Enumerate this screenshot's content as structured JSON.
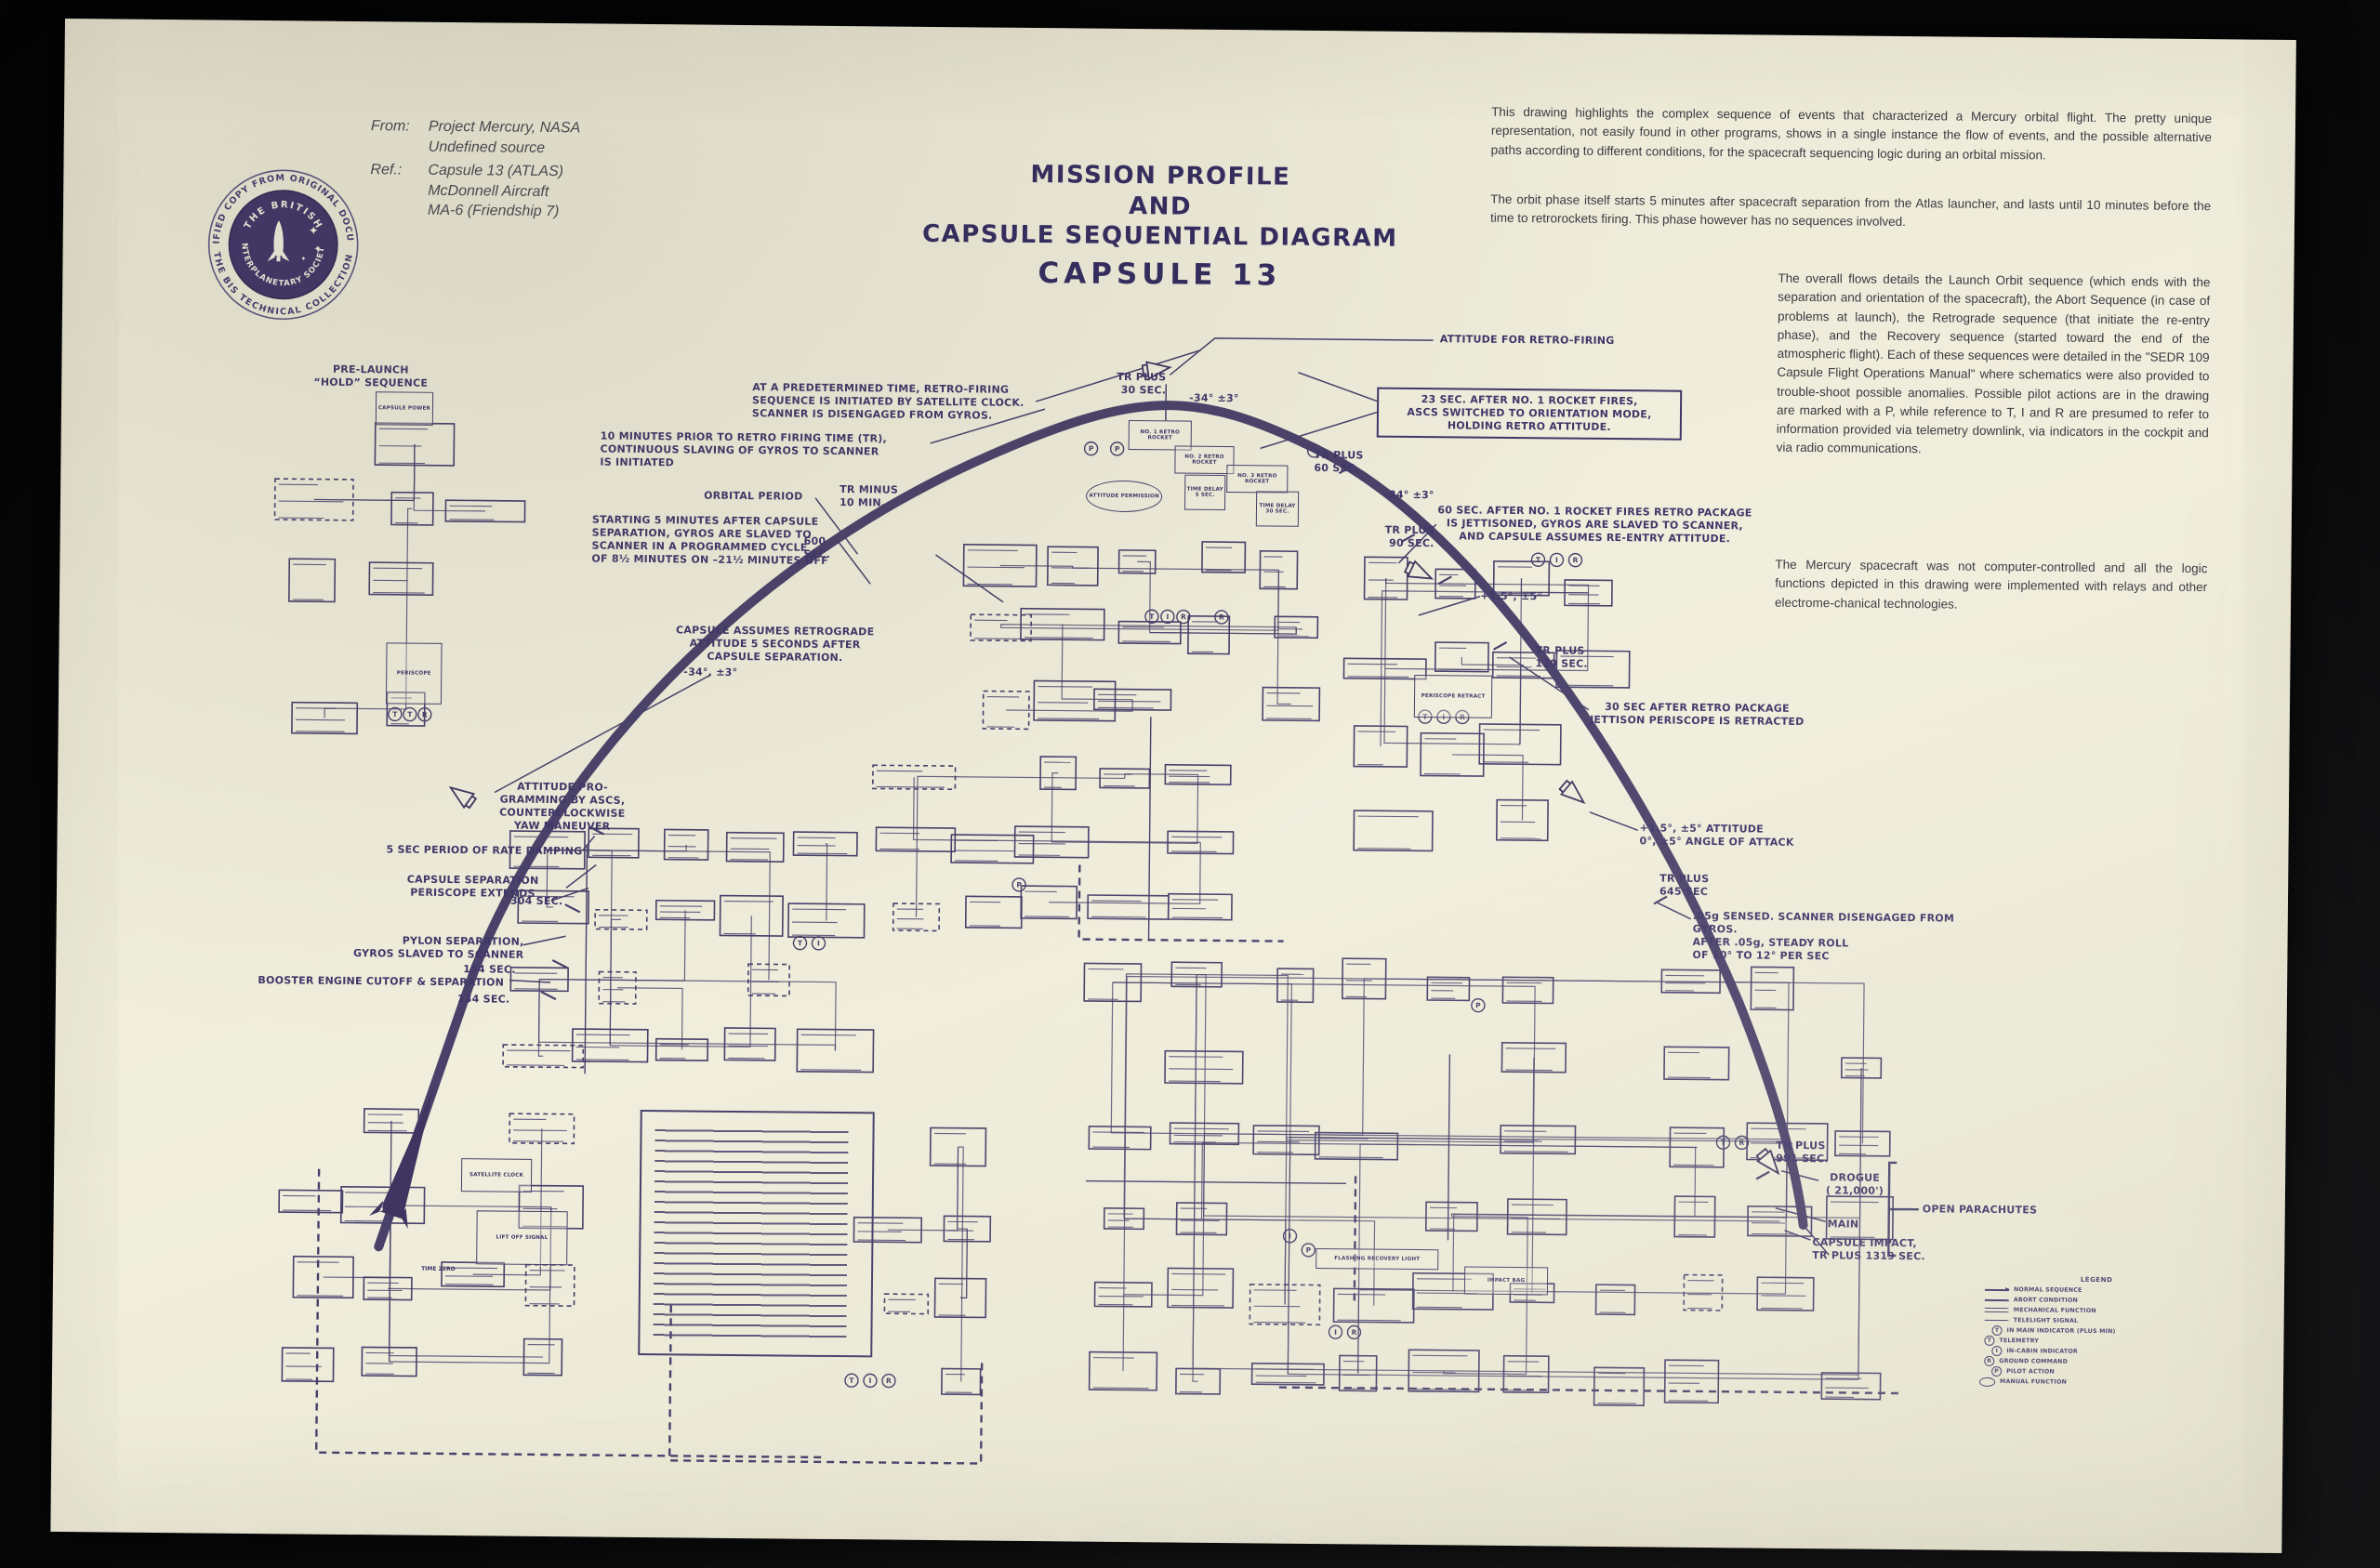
{
  "stamp": {
    "ring_top": "CERTIFIED COPY FROM ORIGINAL DOCUMENT",
    "ring_bottom": "THE BIS TECHNICAL COLLECTION",
    "inner_top": "THE BRITISH",
    "inner_bottom": "INTERPLANETARY SOCIETY",
    "icon": "rocket-and-stars"
  },
  "header": {
    "from_label": "From:",
    "from_line1": "Project Mercury, NASA",
    "from_line2": "Undefined source",
    "ref_label": "Ref.:",
    "ref_line1": "Capsule 13 (ATLAS)",
    "ref_line2": "McDonnell Aircraft",
    "ref_line3": "MA-6 (Friendship 7)",
    "title_line1": "MISSION PROFILE",
    "title_line2": "AND",
    "title_line3": "CAPSULE SEQUENTIAL DIAGRAM",
    "subtitle": "CAPSULE 13"
  },
  "description": {
    "para1": "This drawing highlights the complex sequence of events that characterized a Mercury orbital flight. The pretty unique representation, not easily found in other programs, shows in a single instance the flow of events, and the possible alternative paths according to different conditions, for the spacecraft sequencing logic during an orbital mission.",
    "para2": "The orbit phase itself starts 5 minutes after spacecraft separation from the Atlas launcher, and lasts until 10 minutes before the time to retrorockets firing. This phase however has no sequences involved.",
    "para3": "The overall flows details the Launch Orbit sequence (which ends with the separation and orientation of the spacecraft), the Abort Sequence (in case of problems at launch), the Retrograde sequence (that initiate the re-entry phase), and the Recovery sequence (started toward the end of the atmospheric flight). Each of these sequences were detailed in the \"SEDR 109 Capsule Flight Operations Manual\" where schematics were also provided to trouble-shoot possible anomalies. Possible pilot actions are in the drawing are marked with a P, while reference to T, I and R are presumed to refer to information provided via telemetry downlink, via indicators in the cockpit and via radio communications.",
    "para4": "The Mercury spacecraft was not computer-controlled and all the logic functions depicted in this drawing were implemented with relays and other electrome-chanical technologies."
  },
  "callouts": {
    "prelaunch": "PRE-LAUNCH\n“HOLD” SEQUENCE",
    "predetermined": "AT A PREDETERMINED TIME, RETRO-FIRING\nSEQUENCE IS INITIATED BY SATELLITE CLOCK.\nSCANNER IS DISENGAGED FROM GYROS.",
    "tenmin": "10 MINUTES PRIOR TO RETRO FIRING TIME (TR),\nCONTINUOUS SLAVING OF GYROS TO SCANNER\nIS INITIATED",
    "orbital": "ORBITAL PERIOD",
    "trminus10": "TR MINUS\n10 MIN.",
    "sec600": "600\nSEC.",
    "starting5": "STARTING 5 MINUTES AFTER CAPSULE\nSEPARATION, GYROS ARE SLAVED TO\nSCANNER IN A PROGRAMMED CYCLE\nOF 8½ MINUTES ON –21½ MINUTES OFF",
    "retro_attitude": "CAPSULE ASSUMES RETROGRADE\nATTITUDE 5 SECONDS AFTER\nCAPSULE SEPARATION.",
    "deg34a": "-34°, ±3°",
    "attitude_retro": "ATTITUDE FOR RETRO-FIRING",
    "tr30": "TR PLUS\n30 SEC.",
    "deg34b": "-34° ±3°",
    "box23": "23 SEC. AFTER NO. 1 ROCKET FIRES,\nASCS SWITCHED TO ORIENTATION MODE,\nHOLDING RETRO ATTITUDE.",
    "tr60": "TR PLUS\n60 SEC.",
    "deg34c": "-34° ±3°",
    "after60": "60 SEC. AFTER NO. 1 ROCKET FIRES RETRO PACKAGE\nIS JETTISONED, GYROS ARE SLAVED TO SCANNER,\nAND CAPSULE ASSUMES RE-ENTRY ATTITUDE.",
    "tr90": "TR PLUS\n90 SEC.",
    "deg15": "+1.5°, ±5°",
    "tr120": "TR PLUS\n120 SEC.",
    "after30": "30 SEC AFTER RETRO PACKAGE\nJETTISON PERISCOPE IS RETRACTED",
    "attitude15": "+1.5°, ±5° ATTITUDE\n0°, ±5° ANGLE OF ATTACK",
    "tr645": "TR PLUS\n645 SEC",
    "sensed": ".05g SENSED. SCANNER DISENGAGED FROM GYROS.\nAFTER .05g, STEADY ROLL\nOF 10° TO 12° PER SEC",
    "tr991": "TR PLUS\n991 SEC.",
    "drogue": "DROGUE\n( 21,000')",
    "open_parachutes": "OPEN PARACHUTES",
    "main": "MAIN",
    "impact": "CAPSULE IMPACT,\nTR PLUS 1319 SEC.",
    "attitudeprog": "ATTITUDE PRO-\nGRAMMING BY ASCS,\nCOUNTERCLOCKWISE\nYAW MANEUVER",
    "ratedamping": "5 SEC PERIOD OF RATE DAMPING",
    "capsep": "CAPSULE SEPARATION\nPERISCOPE EXTENDS",
    "t304": "304 SEC.",
    "pylon": "PYLON SEPARATION,\nGYROS SLAVED TO SCANNER",
    "t154": "154 SEC.",
    "booster": "BOOSTER ENGINE CUTOFF & SEPARATION",
    "t134": "134 SEC."
  },
  "flowchart": {
    "boxes": {
      "capsule_power": "CAPSULE POWER",
      "periscope": "PERISCOPE",
      "satellite_clock": "SATELLITE CLOCK",
      "lift_off_signal": "LIFT OFF SIGNAL",
      "time_zero": "TIME ZERO",
      "no1_retro": "NO. 1 RETRO ROCKET",
      "no2_retro": "NO. 2 RETRO ROCKET",
      "no3_retro": "NO. 3 RETRO ROCKET",
      "time_delay_5": "TIME DELAY 5 SEC.",
      "time_delay_30": "TIME DELAY 30 SEC.",
      "attitude_permission": "ATTITUDE PERMISSION",
      "periscope_retract": "PERISCOPE RETRACT",
      "flashing_recovery_light": "FLASHING RECOVERY LIGHT",
      "impact_bag": "IMPACT BAG"
    }
  },
  "legend": {
    "title": "LEGEND",
    "rows": [
      {
        "label": "NORMAL SEQUENCE"
      },
      {
        "label": "ABORT CONDITION"
      },
      {
        "label": "MECHANICAL FUNCTION"
      },
      {
        "label": "TELELIGHT SIGNAL"
      },
      {
        "label": "IN MAIN INDICATOR (PLUS MIN)"
      },
      {
        "label": "TELEMETRY"
      },
      {
        "label": "IN-CABIN INDICATOR"
      },
      {
        "label": "GROUND COMMAND"
      },
      {
        "label": "PILOT ACTION"
      },
      {
        "label": "MANUAL FUNCTION"
      }
    ]
  },
  "colors": {
    "ink": "#3e3668",
    "paper": "#edead8",
    "background": "#0a0a0b",
    "paragraph_ink": "#3c3942"
  }
}
